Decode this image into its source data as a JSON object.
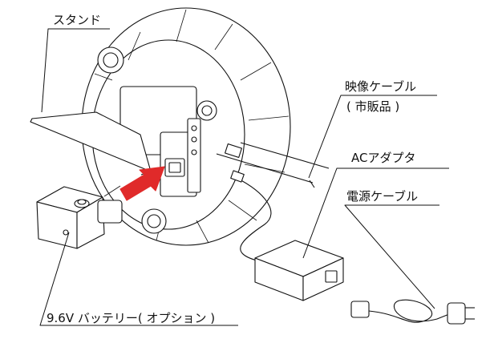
{
  "labels": {
    "stand": "スタンド",
    "video_cable": "映像ケーブル",
    "video_cable_note": "( 市販品 )",
    "ac_adapter": "ACアダプタ",
    "power_cable": "電源ケーブル",
    "battery": "9.6V バッテリー( オプション )"
  },
  "colors": {
    "line": "#111111",
    "arrow": "#e02a2a",
    "fill": "#ffffff"
  }
}
